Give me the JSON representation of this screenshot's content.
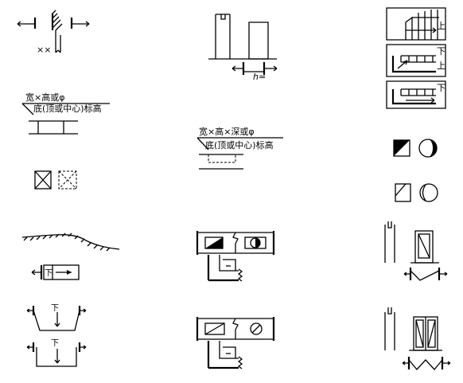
{
  "labels": {
    "cross_mark": "××",
    "height_eq": "h=",
    "stair_up_1": "上",
    "stair_down_1": "下",
    "stair_up_2": "上",
    "stair_down_2": "下",
    "hole_size": "宽×高或φ",
    "hole_elevation": "底(顶或中心)标高",
    "niche_size": "宽×高×深或φ",
    "niche_elevation": "底(顶或中心)标高",
    "ramp_down": "下",
    "pit_down_1": "下",
    "pit_down_2": "下"
  },
  "icons": [
    "wall-opening-icon",
    "elevator-shaft-icon",
    "stair-plan-icon",
    "wall-hole-icon",
    "wall-niche-icon",
    "sun-circle-icon",
    "square-opening-icon",
    "slope-ground-icon",
    "duct-opening-icon",
    "door-elevation-icon",
    "ramp-icon",
    "pit-icon",
    "window-elevation-icon"
  ]
}
